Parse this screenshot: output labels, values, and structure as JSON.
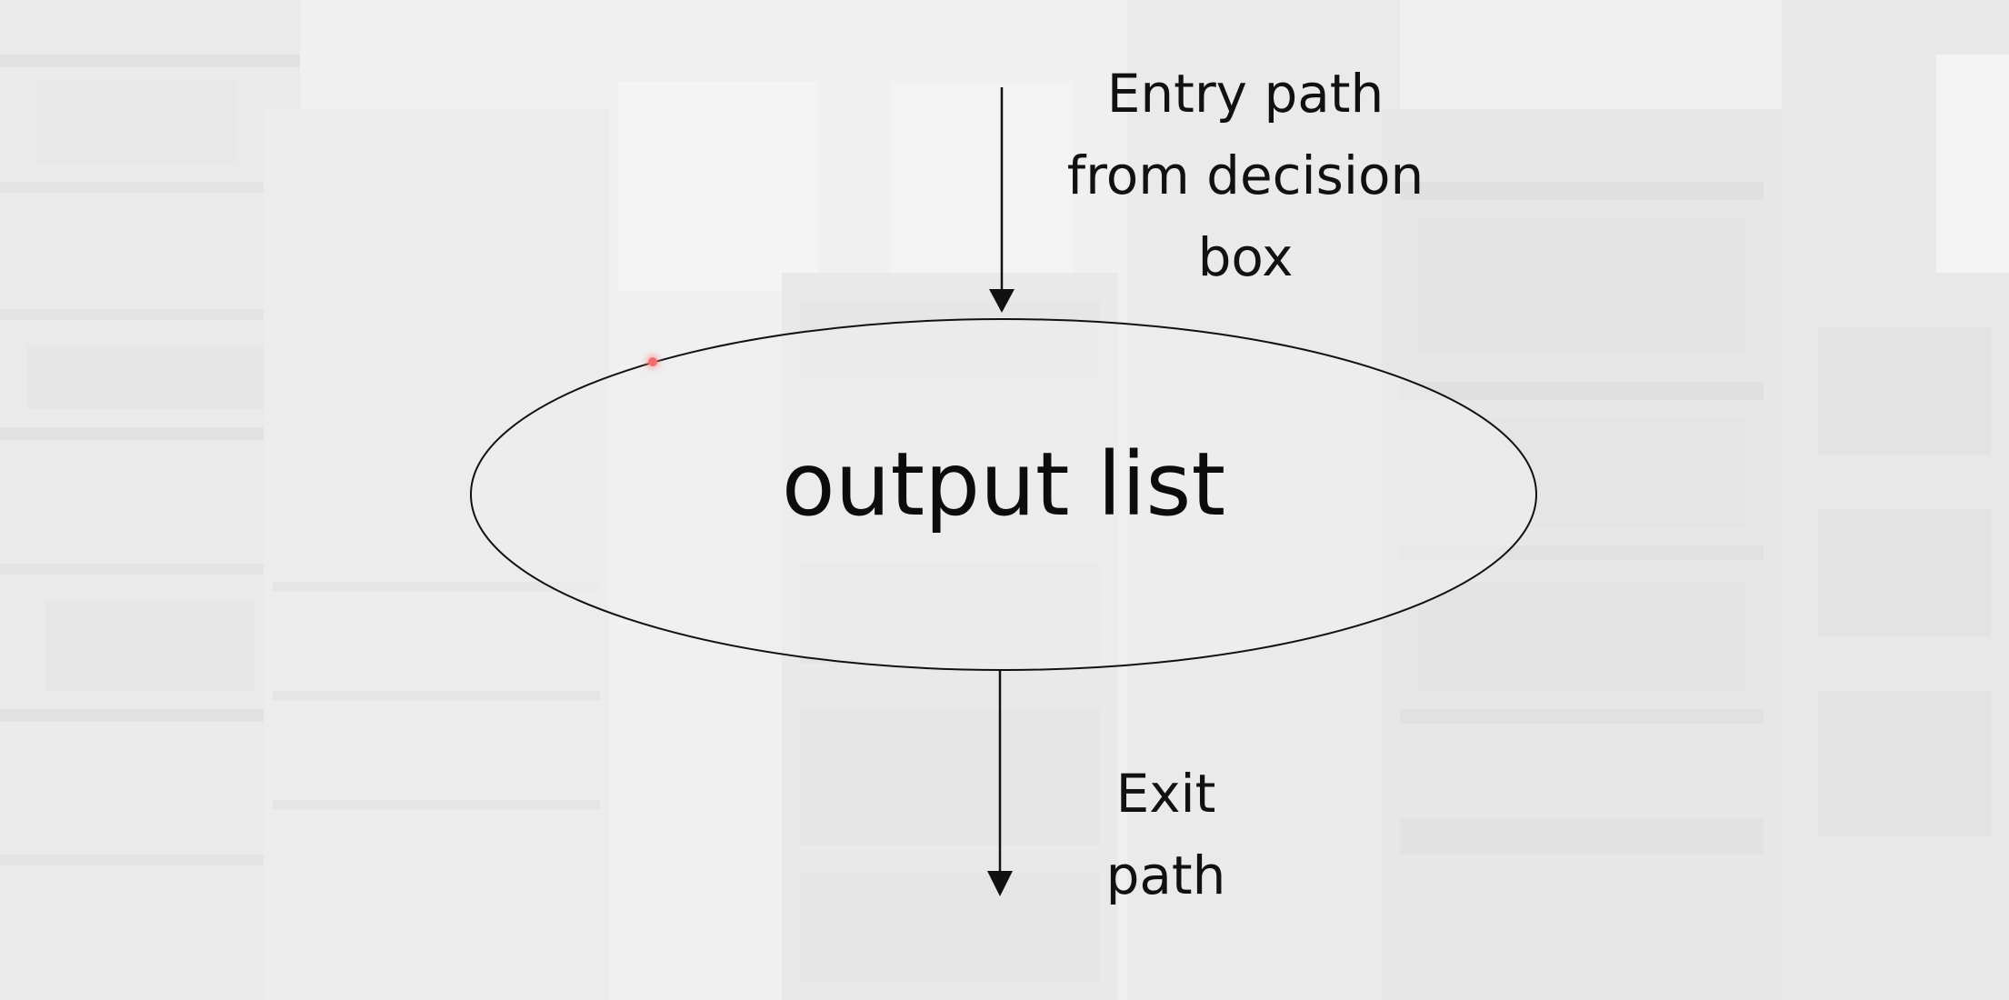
{
  "diagram": {
    "node": {
      "shape": "ellipse",
      "label": "output list"
    },
    "entry_label": [
      "Entry path",
      "from decision",
      "box"
    ],
    "exit_label": [
      "Exit",
      "path"
    ],
    "edges": [
      {
        "from": "entry",
        "to": "output list",
        "direction": "down"
      },
      {
        "from": "output list",
        "to": "exit",
        "direction": "down"
      }
    ]
  },
  "colors": {
    "stroke": "#111111",
    "ellipse_fill": "#eeeeee",
    "background": "#efefef",
    "pointer": "#ef6f6f"
  }
}
